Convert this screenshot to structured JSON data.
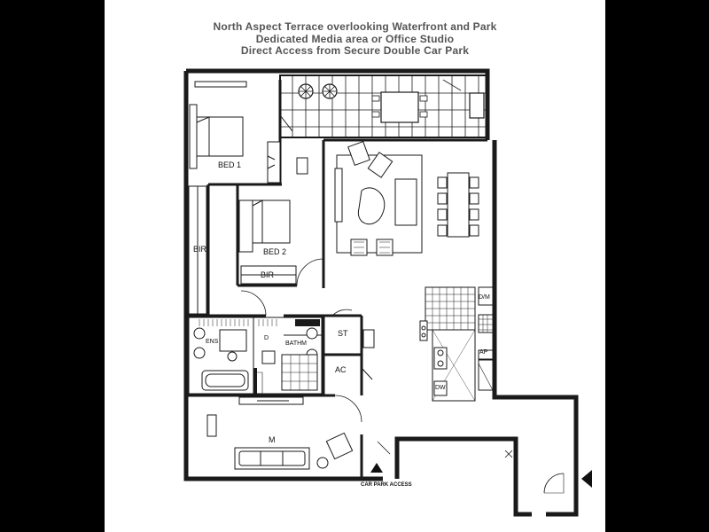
{
  "header": {
    "line1": "North Aspect Terrace overlooking Waterfront and Park",
    "line2": "Dedicated Media area or Office Studio",
    "line3": "Direct Access from Secure Double Car Park"
  },
  "rooms": {
    "bed1": "BED 1",
    "bed2": "BED 2",
    "bir_long": "BIR",
    "bir_bed2": "BIR",
    "ens": "ENS",
    "bathroom": "BATHM",
    "d": "D",
    "st": "ST",
    "ac": "AC",
    "master": "M",
    "dm": "D/M",
    "ap": "AP",
    "dw": "DW"
  },
  "entry": {
    "label": "CAR PARK ACCESS"
  },
  "colors": {
    "background": "#000000",
    "sheet": "#ffffff",
    "ink": "#1a1a1a",
    "header_text": "#555555"
  }
}
